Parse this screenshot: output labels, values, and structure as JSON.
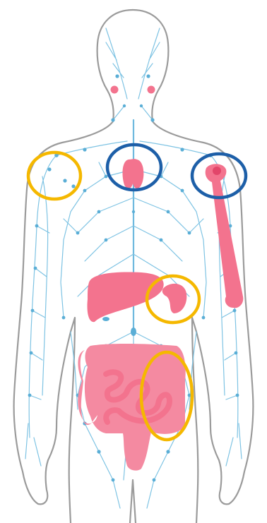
{
  "colors": {
    "body_outline": "#9b9b9b",
    "lymph_vessels": "#7ec3e3",
    "lymph_nodes": "#5aaed6",
    "organs": "#f3738e",
    "highlight_blue": "#1d5fa8",
    "highlight_yellow": "#f5b800",
    "background": "#ffffff"
  },
  "regions": [
    {
      "name": "thymus",
      "ring_color": "blue"
    },
    {
      "name": "bone-marrow-humerus",
      "ring_color": "blue"
    },
    {
      "name": "axillary-lymph-nodes",
      "ring_color": "yellow"
    },
    {
      "name": "spleen",
      "ring_color": "yellow"
    },
    {
      "name": "intestine-peyers-patches",
      "ring_color": "yellow"
    }
  ]
}
